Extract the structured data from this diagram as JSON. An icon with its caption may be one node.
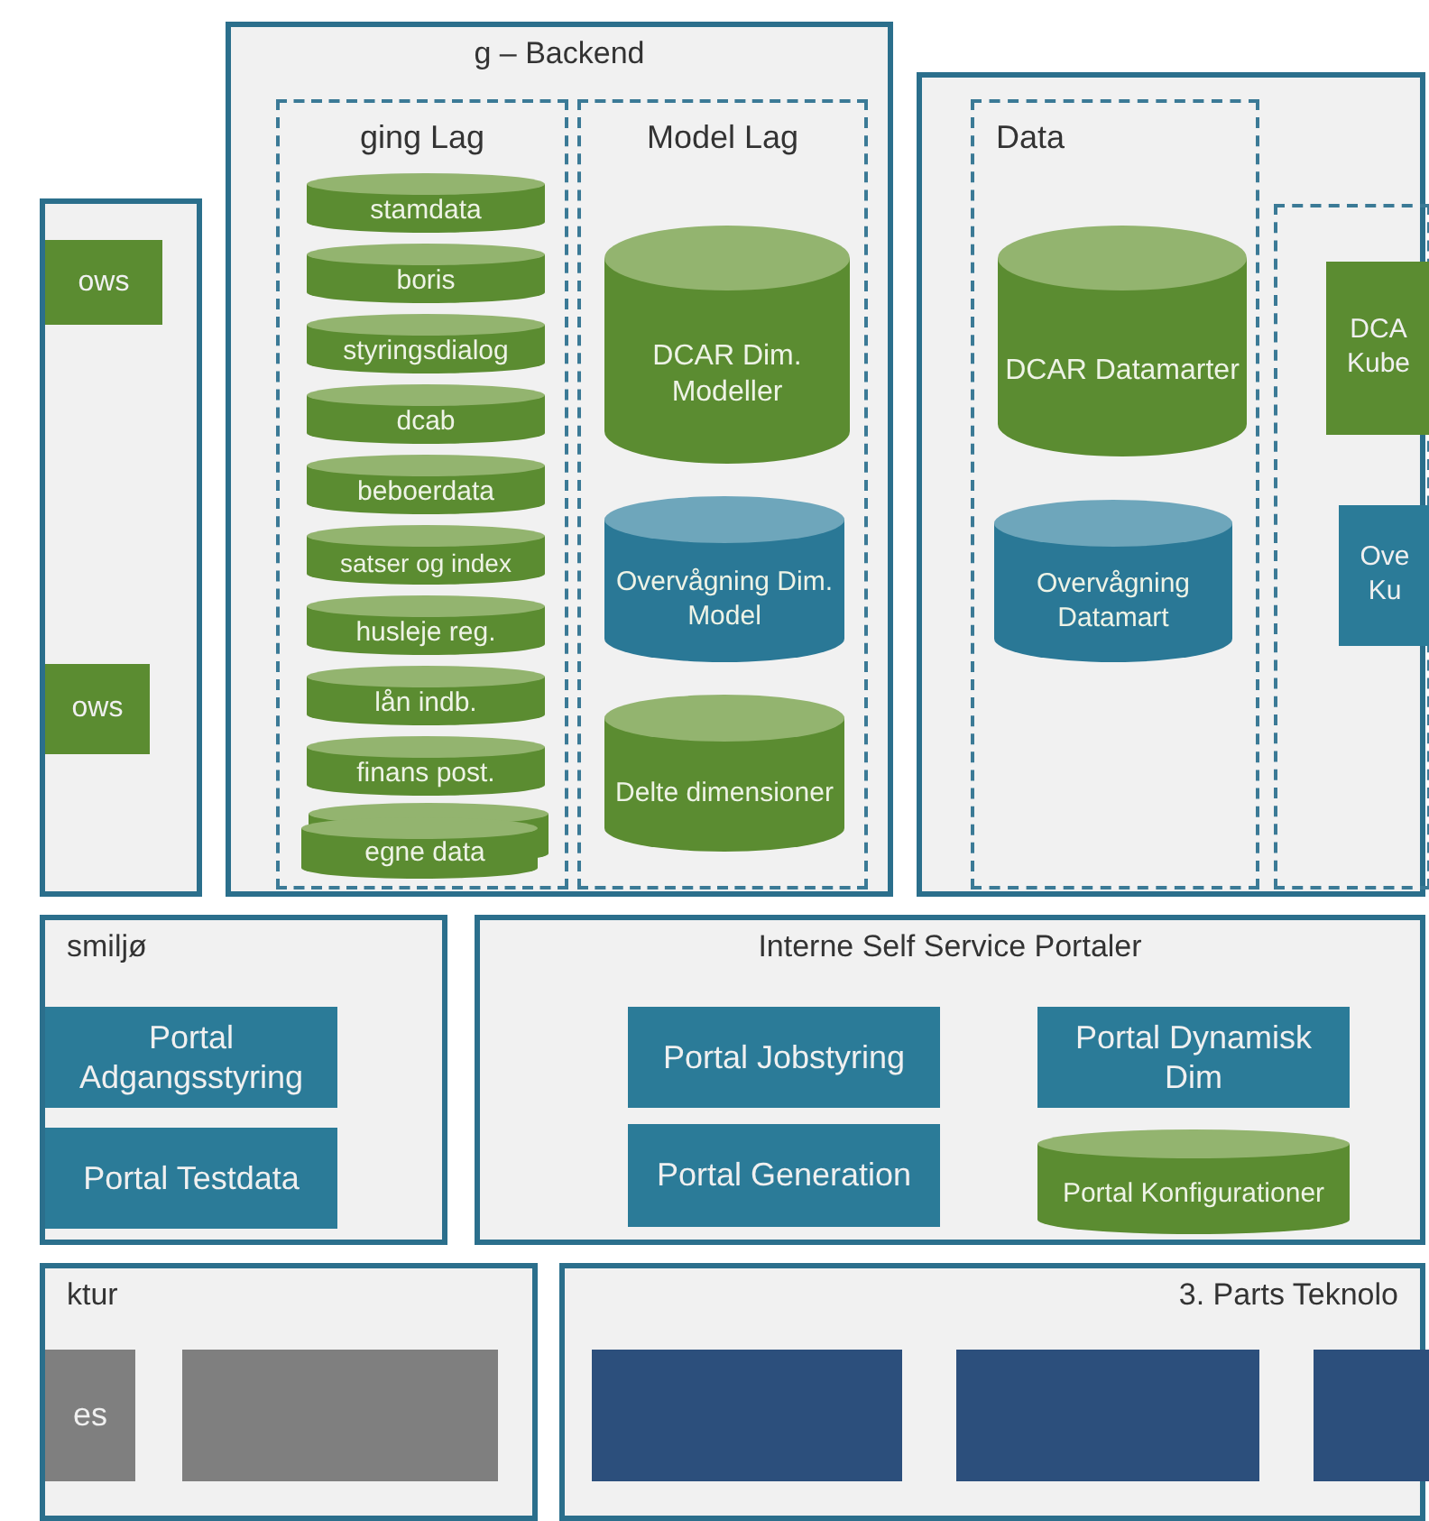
{
  "diagram": {
    "nodes": [
      {
        "text": [],
        "shape": "box"
      },
      {
        "text": [
          "ows"
        ],
        "in": 0
      },
      {
        "text": [
          "ows"
        ],
        "in": 0
      },
      {
        "text": [
          "g – Backend"
        ]
      },
      {
        "text": [
          "ging Lag"
        ],
        "in": 3
      },
      {
        "text": [
          "stamdata"
        ],
        "in": 4
      },
      {
        "text": [
          "boris"
        ],
        "in": 4
      },
      {
        "text": [
          "styringsdialog"
        ],
        "in": 4
      },
      {
        "text": [
          "dcab"
        ],
        "in": 4
      },
      {
        "text": [
          "beboerdata"
        ],
        "in": 4
      },
      {
        "text": [
          "satser og index"
        ],
        "in": 4
      },
      {
        "text": [
          "husleje reg."
        ],
        "in": 4
      },
      {
        "text": [
          "lån indb."
        ],
        "in": 4
      },
      {
        "text": [
          "finans post."
        ],
        "in": 4
      },
      {
        "text": [
          "egne data"
        ],
        "in": 4
      },
      {
        "text": [
          "Model Lag"
        ],
        "in": 3
      },
      {
        "text": [
          "DCAR Dim. Modeller"
        ],
        "in": 15
      },
      {
        "text": [
          "Overvågning Dim. Model"
        ],
        "in": 15
      },
      {
        "text": [
          "Delte dimensioner"
        ],
        "in": 15
      },
      {
        "text": [],
        "shape": "box"
      },
      {
        "text": [
          "Data"
        ],
        "in": 19
      },
      {
        "text": [
          "DCAR Datamarter"
        ],
        "in": 20
      },
      {
        "text": [
          "Overvågning Datamart"
        ],
        "in": 20
      },
      {
        "text": [],
        "shape": "box",
        "in": 19
      },
      {
        "text": [
          "DCA Kube"
        ],
        "in": 23
      },
      {
        "text": [
          "Ove Ku"
        ],
        "in": 23
      },
      {
        "text": [
          "smiljø"
        ]
      },
      {
        "text": [
          "Portal Adgangsstyring"
        ],
        "in": 26
      },
      {
        "text": [
          "Portal Testdata"
        ],
        "in": 26
      },
      {
        "text": [
          "Interne Self Service Portaler"
        ]
      },
      {
        "text": [
          "Portal Jobstyring"
        ],
        "in": 29
      },
      {
        "text": [
          "Portal Dynamisk Dim"
        ],
        "in": 29
      },
      {
        "text": [
          "Portal Generation"
        ],
        "in": 29
      },
      {
        "text": [
          "Portal Konfigurationer"
        ],
        "in": 29
      },
      {
        "text": [
          "ktur"
        ]
      },
      {
        "text": [
          "es"
        ],
        "in": 34
      },
      {
        "text": [],
        "shape": "box",
        "in": 34
      },
      {
        "text": [
          "3. Parts Teknolo"
        ]
      },
      {
        "text": [],
        "shape": "box",
        "in": 37
      },
      {
        "text": [],
        "shape": "box",
        "in": 37
      },
      {
        "text": [],
        "shape": "box",
        "in": 37
      }
    ],
    "edges": []
  }
}
